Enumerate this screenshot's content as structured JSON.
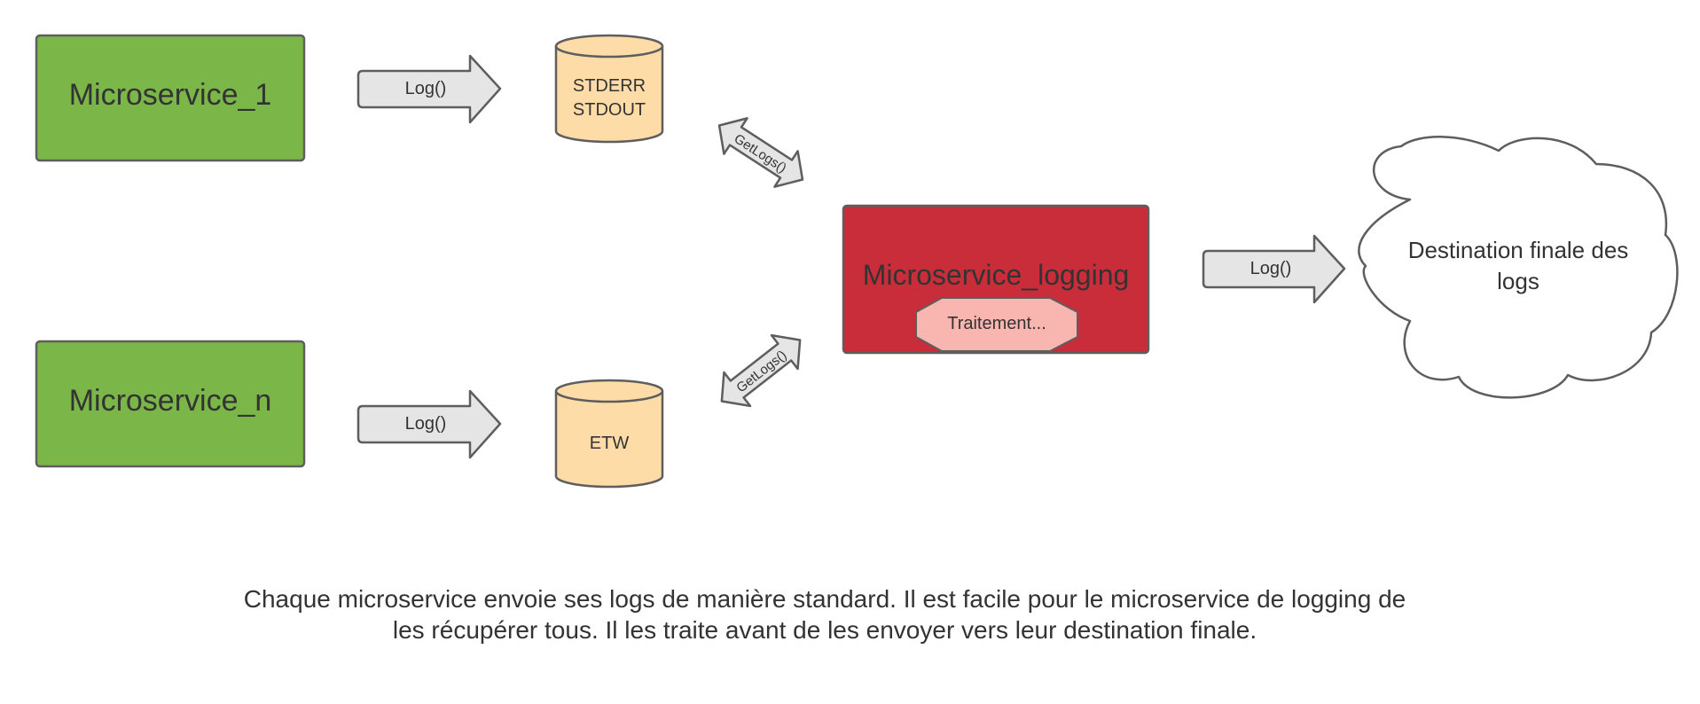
{
  "diagram": {
    "services": {
      "service_1": "Microservice_1",
      "service_n": "Microservice_n",
      "logging_service": "Microservice_logging",
      "processing_badge": "Traitement..."
    },
    "stores": {
      "stdio_line_1": "STDERR",
      "stdio_line_2": "STDOUT",
      "etw": "ETW"
    },
    "arrows": {
      "log_1": "Log()",
      "log_n": "Log()",
      "log_out": "Log()",
      "getlogs_top": "GetLogs()",
      "getlogs_bottom": "GetLogs()"
    },
    "destination": {
      "line_1": "Destination finale des",
      "line_2": "logs"
    },
    "colors": {
      "service_fill": "#7ab648",
      "store_fill": "#fedca8",
      "logging_fill": "#c92d39",
      "badge_fill": "#f9b6b1",
      "arrow_fill": "#e5e5e5",
      "stroke": "#5e5e5e"
    }
  },
  "caption": {
    "line_1": "Chaque microservice envoie ses logs de manière standard. Il est facile pour le microservice de logging de",
    "line_2": "les récupérer tous. Il les traite avant de les envoyer vers leur destination finale."
  }
}
